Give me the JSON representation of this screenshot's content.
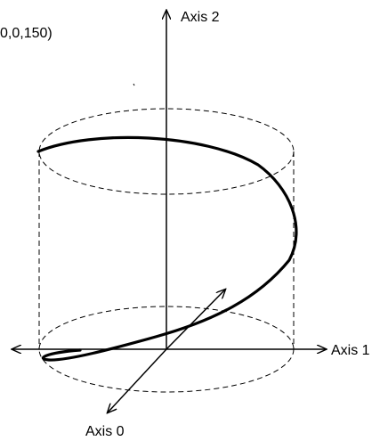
{
  "labels": {
    "axis_2": "Axis 2",
    "axis_1": "Axis 1",
    "axis_0": "Axis 0",
    "top_point": "0,0,150)"
  },
  "colors": {
    "stroke": "#000000",
    "background": "#ffffff"
  }
}
